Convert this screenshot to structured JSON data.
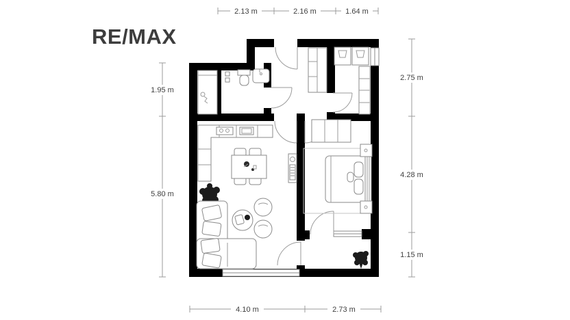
{
  "brand": {
    "logo_text": "RE/MAX",
    "logo_color": "#3d3d3d"
  },
  "dimensions": {
    "top": [
      "2.13 m",
      "2.16 m",
      "1.64 m"
    ],
    "left": [
      "1.95 m",
      "5.80 m"
    ],
    "right": [
      "2.75 m",
      "4.28 m",
      "1.15 m"
    ],
    "bottom": [
      "4.10 m",
      "2.73 m"
    ]
  },
  "colors": {
    "background": "#ffffff",
    "walls": "#000000",
    "furniture_outline": "#8a8a8a",
    "dimension_text": "#3f3f3f"
  }
}
